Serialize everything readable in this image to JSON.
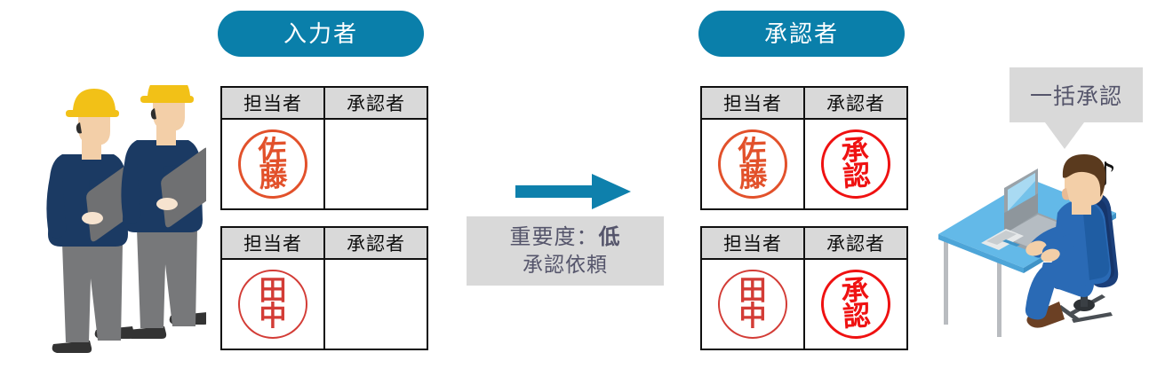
{
  "diagram": {
    "title_left": "入力者",
    "title_right": "承認者",
    "center": {
      "arrow_icon": "right-arrow-icon",
      "line1_prefix": "重要度：",
      "line1_emphasis": "低",
      "line2": "承認依頼"
    },
    "bubble": {
      "text": "一括承認",
      "music_note": "♪"
    },
    "table_headers": {
      "col1": "担当者",
      "col2": "承認者"
    },
    "tables": [
      {
        "id": "left-table-sato",
        "side": "left",
        "owner_stamp": {
          "lines": [
            "佐",
            "藤"
          ],
          "name": "佐藤",
          "color": "#e2512b"
        },
        "approver_stamp": null
      },
      {
        "id": "left-table-tanaka",
        "side": "left",
        "owner_stamp": {
          "lines": [
            "田",
            "中"
          ],
          "name": "田中",
          "color": "#d33c36"
        },
        "approver_stamp": null
      },
      {
        "id": "right-table-sato",
        "side": "right",
        "owner_stamp": {
          "lines": [
            "佐",
            "藤"
          ],
          "name": "佐藤",
          "color": "#e2512b"
        },
        "approver_stamp": {
          "lines": [
            "承",
            "認"
          ],
          "name": "承認",
          "color": "#ef1111"
        }
      },
      {
        "id": "right-table-tanaka",
        "side": "right",
        "owner_stamp": {
          "lines": [
            "田",
            "中"
          ],
          "name": "田中",
          "color": "#d33c36"
        },
        "approver_stamp": {
          "lines": [
            "承",
            "認"
          ],
          "name": "承認",
          "color": "#ef1111"
        }
      }
    ],
    "illustrations": {
      "workers": "two-construction-workers-with-tablets",
      "desk": "office-worker-at-desk-with-laptop"
    },
    "colors": {
      "accent_blue": "#0a7faa",
      "panel_gray": "#d9d9d9",
      "gray_text": "#55556b",
      "stamp_orange": "#e2512b",
      "stamp_red": "#d33c36",
      "approve_red": "#ef1111"
    }
  }
}
